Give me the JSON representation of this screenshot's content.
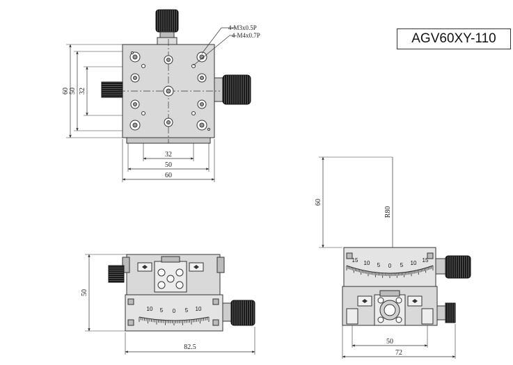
{
  "title": {
    "part_number": "AGV60XY-110"
  },
  "callouts": {
    "tap1": "4-M3x0.5P",
    "tap2": "4-M4x0.7P"
  },
  "top_view": {
    "dim_height_outer": "60",
    "dim_height_mid": "50",
    "dim_height_inner": "32",
    "dim_width_inner": "32",
    "dim_width_mid": "50",
    "dim_width_outer": "60"
  },
  "front_view": {
    "dim_height": "50",
    "dim_width": "82.5",
    "scale_labels": [
      "10",
      "5",
      "0",
      "5",
      "10"
    ]
  },
  "side_view": {
    "dim_center_height": "60",
    "dim_radius": "R80",
    "dim_width_inner": "50",
    "dim_width_outer": "72",
    "scale_labels": [
      "15",
      "10",
      "5",
      "0",
      "5",
      "10",
      "15"
    ]
  },
  "colors": {
    "body_fill": "#d9d9d9",
    "body_dark": "#b8b8b8",
    "knob": "#1a1a1a",
    "line": "#333333"
  }
}
